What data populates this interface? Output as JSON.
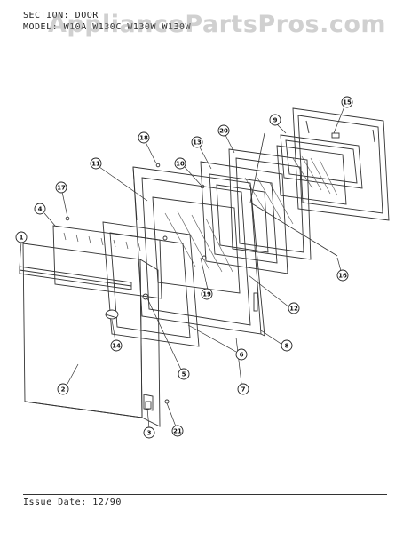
{
  "header": {
    "section_line": "SECTION: DOOR",
    "model_line": "MODEL: W10A W130C W130W W130W"
  },
  "watermark": "AppliancePartsPros.com",
  "footer": {
    "issue": "Issue Date: 12/90"
  },
  "callouts": [
    {
      "id": "c1",
      "label": "1"
    },
    {
      "id": "c2",
      "label": "2"
    },
    {
      "id": "c3",
      "label": "3"
    },
    {
      "id": "c4",
      "label": "4"
    },
    {
      "id": "c5",
      "label": "5"
    },
    {
      "id": "c6",
      "label": "6"
    },
    {
      "id": "c7",
      "label": "7"
    },
    {
      "id": "c8",
      "label": "8"
    },
    {
      "id": "c9",
      "label": "9"
    },
    {
      "id": "c10",
      "label": "10"
    },
    {
      "id": "c11",
      "label": "11"
    },
    {
      "id": "c12",
      "label": "12"
    },
    {
      "id": "c13",
      "label": "13"
    },
    {
      "id": "c14",
      "label": "14"
    },
    {
      "id": "c15",
      "label": "15"
    },
    {
      "id": "c16",
      "label": "16"
    },
    {
      "id": "c17",
      "label": "17"
    },
    {
      "id": "c18",
      "label": "18"
    },
    {
      "id": "c19",
      "label": "19"
    },
    {
      "id": "c20",
      "label": "20"
    },
    {
      "id": "c21",
      "label": "21"
    }
  ]
}
